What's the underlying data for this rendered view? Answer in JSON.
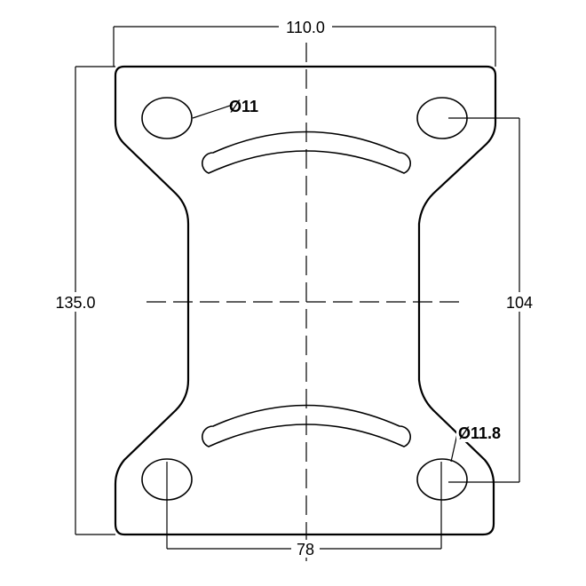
{
  "dimensions": {
    "width": "110.0",
    "height": "135.0",
    "hole_spacing_vertical": "104",
    "hole_spacing_horizontal": "78"
  },
  "callouts": {
    "top_hole_diameter": "Ø11",
    "bottom_hole_diameter": "Ø11.8"
  },
  "colors": {
    "line": "#000000",
    "background": "#ffffff"
  }
}
